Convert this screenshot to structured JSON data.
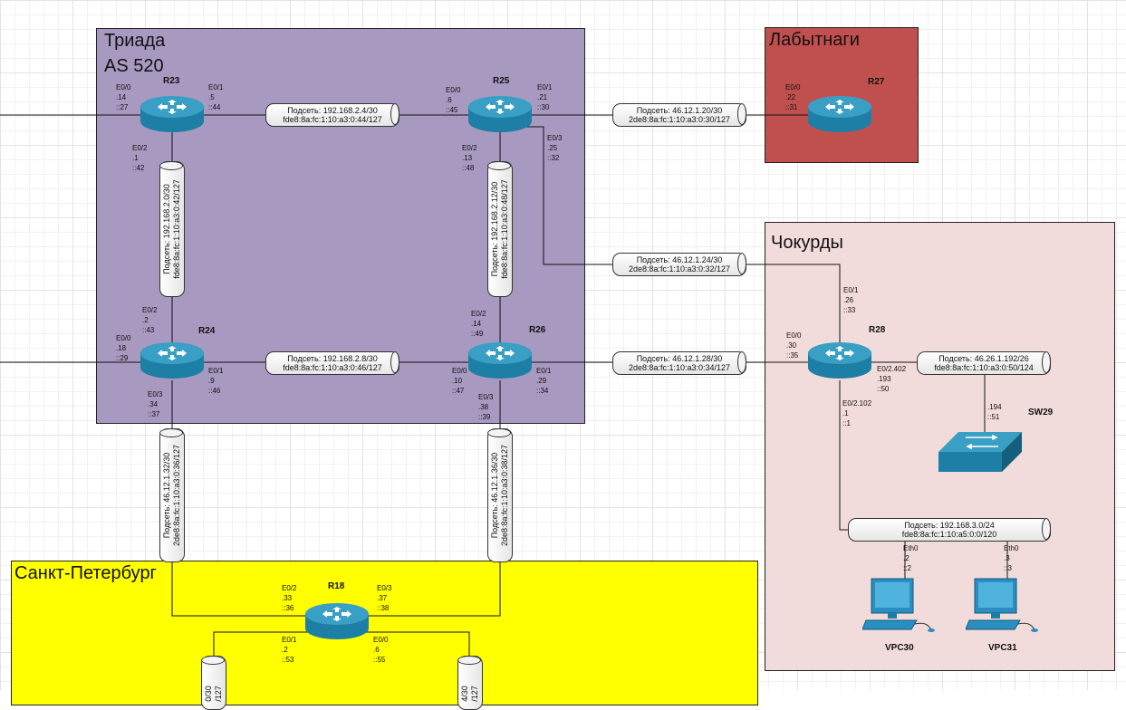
{
  "zones": {
    "triada": {
      "title1": "Триада",
      "title2": "AS 520",
      "color": "#a899c1"
    },
    "labytnangi": {
      "title": "Лабытнаги",
      "color": "#c0504d"
    },
    "chokurdy": {
      "title": "Чокурды",
      "color": "#f2dcdb"
    },
    "spb": {
      "title": "Санкт-Петербург",
      "color": "#ffff00"
    }
  },
  "devices": {
    "r23": "R23",
    "r25": "R25",
    "r27": "R27",
    "r24": "R24",
    "r26": "R26",
    "r28": "R28",
    "r18": "R18",
    "sw29": "SW29",
    "vpc30": "VPC30",
    "vpc31": "VPC31"
  },
  "links": {
    "r23_r25": [
      "Подсеть: 192.168.2.4/30",
      "fde8:8a:fc:1:10:a3:0:44/127"
    ],
    "r25_r27": [
      "Подсеть: 46.12.1.20/30",
      "2de8:8a:fc:1:10:a3:0:30/127"
    ],
    "r23_r24": [
      "Подсеть: 192.168.2.0/30",
      "fde8:8a:fc:1:10:a3:0:42/127"
    ],
    "r25_r26": [
      "Подсеть: 192.168.2.12/30",
      "fde8:8a:fc:1:10:a3:0:48/127"
    ],
    "r25_r28": [
      "Подсеть: 46.12.1.24/30",
      "2de8:8a:fc:1:10:a3:0:32/127"
    ],
    "r24_r26": [
      "Подсеть: 192.168.2.8/30",
      "fde8:8a:fc:1:10:a3:0:46/127"
    ],
    "r26_r28": [
      "Подсеть: 46.12.1.28/30",
      "2de8:8a:fc:1:10:a3:0:34/127"
    ],
    "r28_sw29": [
      "Подсеть: 46.26.1.192/26",
      "fde8:8a:fc:1:10:a3:0:50/124"
    ],
    "r24_r18": [
      "Подсеть: 46.12.1.32/30",
      "2de8:8a:fc:1:10:a3:0:36/127"
    ],
    "r26_r18": [
      "Подсеть: 46.12.1.36/30",
      "2de8:8a:fc:1:10:a3:0:38/127"
    ],
    "vlan102": [
      "Подсеть: 192.168.3.0/24",
      "fde8:8a:fc:1:10:a5:0:0/120"
    ],
    "r18_left_partial": [
      "0/30",
      "/127"
    ],
    "r18_right_partial": [
      "4/30",
      "/127"
    ]
  },
  "ports": {
    "r23_e00": "E0/0\n.14\n::27",
    "r23_e01": "E0/1\n.5\n::44",
    "r23_e02": "E0/2\n.1\n::42",
    "r25_e00": "E0/0\n.6\n::45",
    "r25_e01": "E0/1\n.21\n::30",
    "r25_e02": "E0/2\n.13\n::48",
    "r25_e03": "E0/3\n.25\n::32",
    "r27_e00": "E0/0\n.22\n::31",
    "r24_e02": "E0/2\n.2\n::43",
    "r24_e00": "E0/0\n.18\n::29",
    "r24_e01": "E0/1\n.9\n::46",
    "r24_e03": "E0/3\n.34\n::37",
    "r26_e02": "E0/2\n.14\n::49",
    "r26_e00": "E0/0\n.10\n::47",
    "r26_e01": "E0/1\n.29\n::34",
    "r26_e03": "E0/3\n.38\n::39",
    "r28_e01": "E0/1\n.26\n::33",
    "r28_e00": "E0/0\n.30\n::35",
    "r28_e02402": "E0/2.402\n.193\n::50",
    "r28_e02102": "E0/2.102\n.1\n::1",
    "sw29_ip": ".194\n::51",
    "vpc30_eth": "Eth0\n.2\n::2",
    "vpc31_eth": "Eth0\n.3\n::3",
    "r18_e02": "E0/2\n.33\n::36",
    "r18_e03": "E0/3\n.37\n::38",
    "r18_e01": "E0/1\n.2\n::53",
    "r18_e00": "E0/0\n.6\n::55"
  },
  "colors": {
    "router": "#1d7fa6",
    "router_top": "#3a9fc4",
    "switch": "#1d7fa6",
    "pc": "#2a8fc0"
  },
  "icons": {
    "router": "router-icon",
    "switch": "switch-icon",
    "pc": "pc-icon"
  }
}
